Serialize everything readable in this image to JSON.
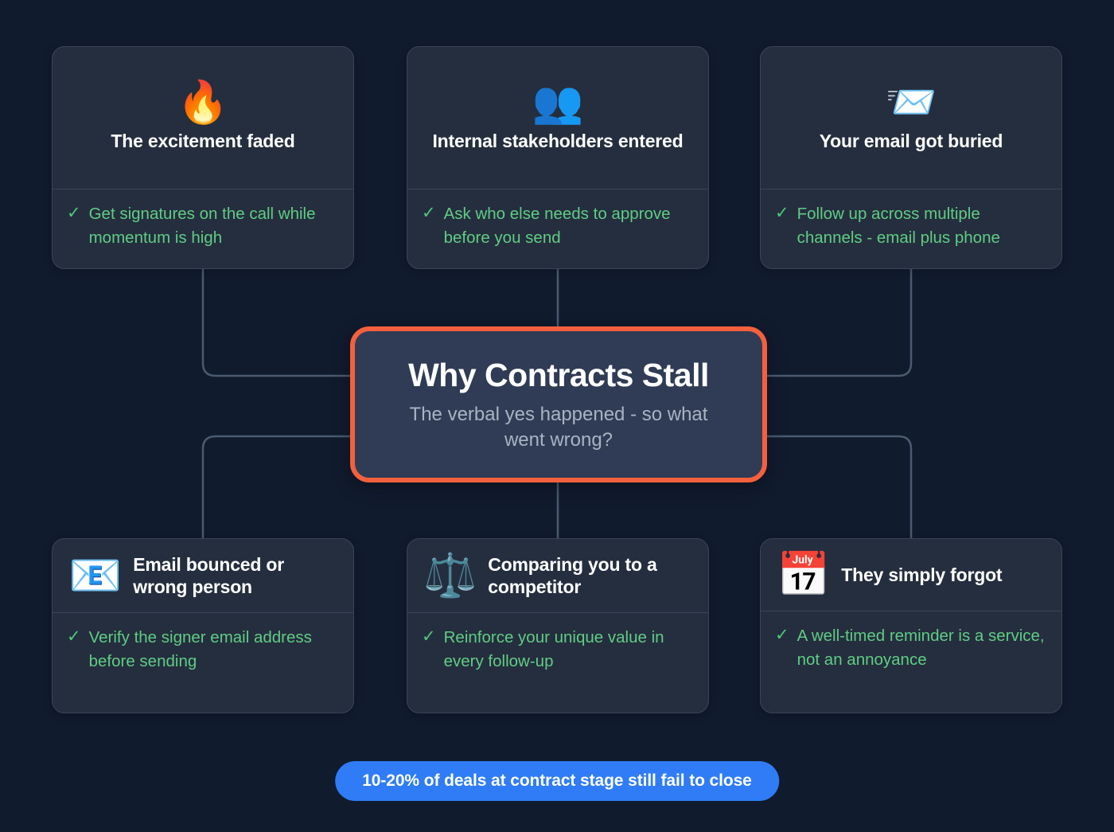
{
  "center": {
    "title": "Why Contracts Stall",
    "subtitle": "The verbal yes happened - so what went wrong?",
    "border_color": "#f4603e",
    "background_color": "#303c55"
  },
  "cards": [
    {
      "id": "excitement",
      "icon": "fire-emoji",
      "emoji": "🔥",
      "title": "The excitement faded",
      "check": "✓",
      "tip": "Get signatures on the call while momentum is high"
    },
    {
      "id": "stakeholders",
      "icon": "people-group-emoji",
      "emoji": "👥",
      "title": "Internal stakeholders entered",
      "check": "✓",
      "tip": "Ask who else needs to approve before you send"
    },
    {
      "id": "buried",
      "icon": "inbox-trays-emoji",
      "emoji": "📨",
      "title": "Your email got buried",
      "check": "✓",
      "tip": "Follow up across multiple channels - email plus phone"
    },
    {
      "id": "bounced",
      "icon": "cross-mark-envelope-emoji",
      "emoji": "📧",
      "title": "Email bounced or wrong person",
      "check": "✓",
      "tip": "Verify the signer email address before sending"
    },
    {
      "id": "competitor",
      "icon": "balance-scale-emoji",
      "emoji": "⚖️",
      "title": "Comparing you to a competitor",
      "check": "✓",
      "tip": "Reinforce your unique value in every follow-up"
    },
    {
      "id": "forgot",
      "icon": "calendar-question-emoji",
      "emoji": "📅",
      "title": "They simply forgot",
      "check": "✓",
      "tip": "A well-timed reminder is a service, not an annoyance"
    }
  ],
  "badge": {
    "text": "10-20% of deals at contract stage still fail to close",
    "background_color": "#2f7cf6"
  },
  "theme": {
    "background": "#111b2e",
    "card_background": "#252e3e",
    "card_border": "#3b4557",
    "tip_green": "#5fcd84",
    "connector": "#4a566b"
  }
}
